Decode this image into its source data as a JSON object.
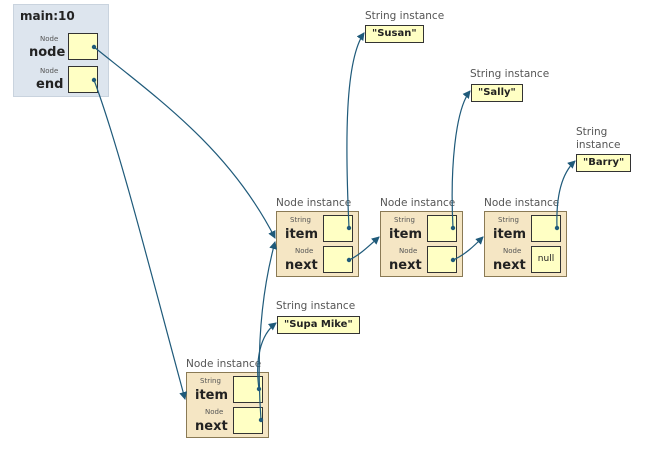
{
  "frame": {
    "title": "main:10",
    "vars": [
      {
        "type": "Node",
        "name": "node"
      },
      {
        "type": "Node",
        "name": "end"
      }
    ]
  },
  "nodes": [
    {
      "label": "Node instance",
      "item_type": "String",
      "item_name": "item",
      "next_type": "Node",
      "next_name": "next",
      "next_value": ""
    },
    {
      "label": "Node instance",
      "item_type": "String",
      "item_name": "item",
      "next_type": "Node",
      "next_name": "next",
      "next_value": ""
    },
    {
      "label": "Node instance",
      "item_type": "String",
      "item_name": "item",
      "next_type": "Node",
      "next_name": "next",
      "next_value": "null"
    },
    {
      "label": "Node instance",
      "item_type": "String",
      "item_name": "item",
      "next_type": "Node",
      "next_name": "next",
      "next_value": ""
    }
  ],
  "strings": [
    {
      "label": "String instance",
      "value": "\"Susan\""
    },
    {
      "label": "String instance",
      "value": "\"Sally\""
    },
    {
      "label": "String instance",
      "value": "\"Barry\""
    },
    {
      "label": "String instance",
      "value": "\"Supa Mike\""
    }
  ],
  "colors": {
    "arrow": "#1f5a7a",
    "node_fill": "#f5e6c4",
    "slot_fill": "#ffffc4",
    "frame_fill": "#dde5ee"
  }
}
